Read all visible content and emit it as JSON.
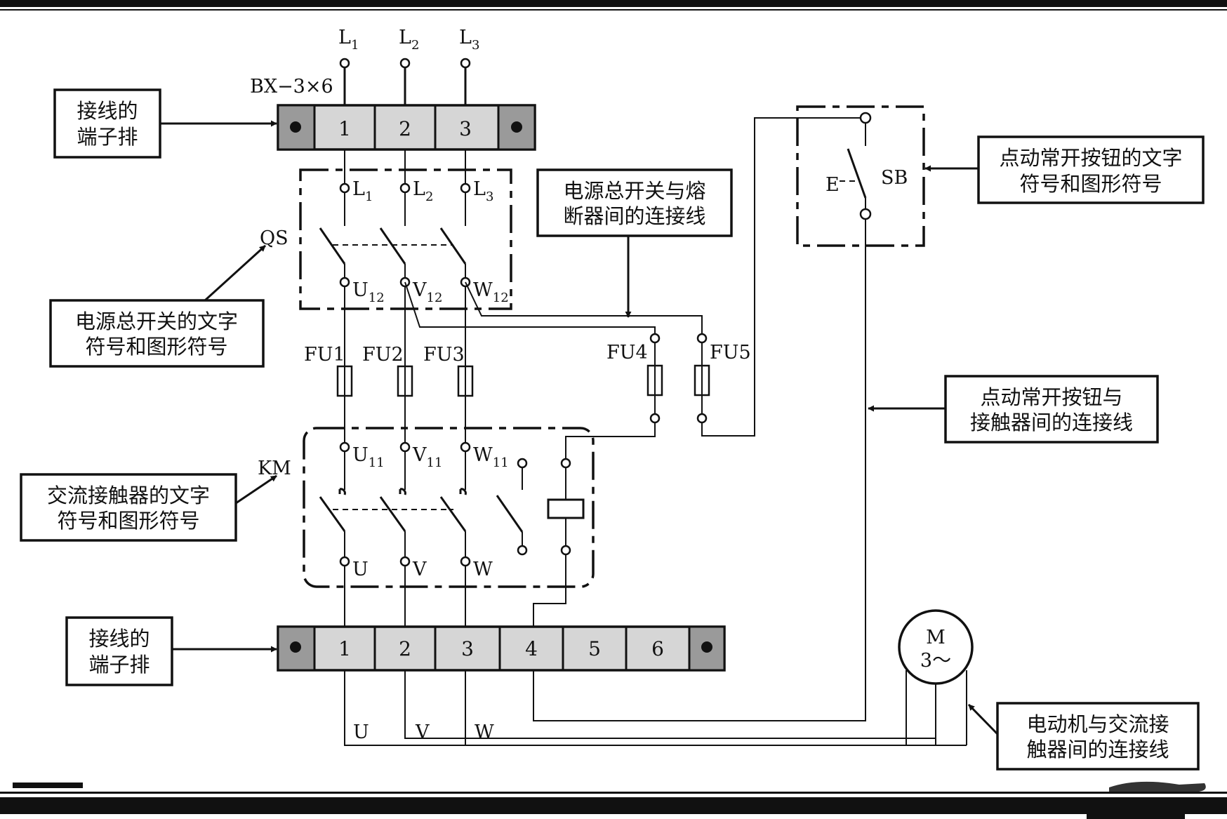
{
  "supply": {
    "lines": [
      {
        "main": "L",
        "sub": "1"
      },
      {
        "main": "L",
        "sub": "2"
      },
      {
        "main": "L",
        "sub": "3"
      }
    ],
    "cable": "BX−3×6"
  },
  "top_block": {
    "terminals": [
      "1",
      "2",
      "3"
    ]
  },
  "bottom_block": {
    "terminals": [
      "1",
      "2",
      "3",
      "4",
      "5",
      "6"
    ]
  },
  "qs": {
    "symbol": "QS",
    "inputs": [
      {
        "main": "L",
        "sub": "1"
      },
      {
        "main": "L",
        "sub": "2"
      },
      {
        "main": "L",
        "sub": "3"
      }
    ],
    "outputs": [
      {
        "main": "U",
        "sub": "12"
      },
      {
        "main": "V",
        "sub": "12"
      },
      {
        "main": "W",
        "sub": "12"
      }
    ]
  },
  "fuses": [
    "FU1",
    "FU2",
    "FU3",
    "FU4",
    "FU5"
  ],
  "km": {
    "symbol": "KM",
    "inputs": [
      {
        "main": "U",
        "sub": "11"
      },
      {
        "main": "V",
        "sub": "11"
      },
      {
        "main": "W",
        "sub": "11"
      }
    ],
    "outputs": [
      "U",
      "V",
      "W"
    ]
  },
  "sb": {
    "symbol": "SB",
    "actuator": "E"
  },
  "motor": {
    "line1": "M",
    "line2": "3～"
  },
  "motor_wires": [
    "U",
    "V",
    "W"
  ],
  "callouts": {
    "top_terminal": [
      "接线的",
      "端子排"
    ],
    "qs": [
      "电源总开关的文字",
      "符号和图形符号"
    ],
    "km": [
      "交流接触器的文字",
      "符号和图形符号"
    ],
    "bottom_terminal": [
      "接线的",
      "端子排"
    ],
    "qs_fuse_link": [
      "电源总开关与熔",
      "断器间的连接线"
    ],
    "sb": [
      "点动常开按钮的文字",
      "符号和图形符号"
    ],
    "sb_km_link": [
      "点动常开按钮与",
      "接触器间的连接线"
    ],
    "motor_link": [
      "电动机与交流接",
      "触器间的连接线"
    ]
  }
}
